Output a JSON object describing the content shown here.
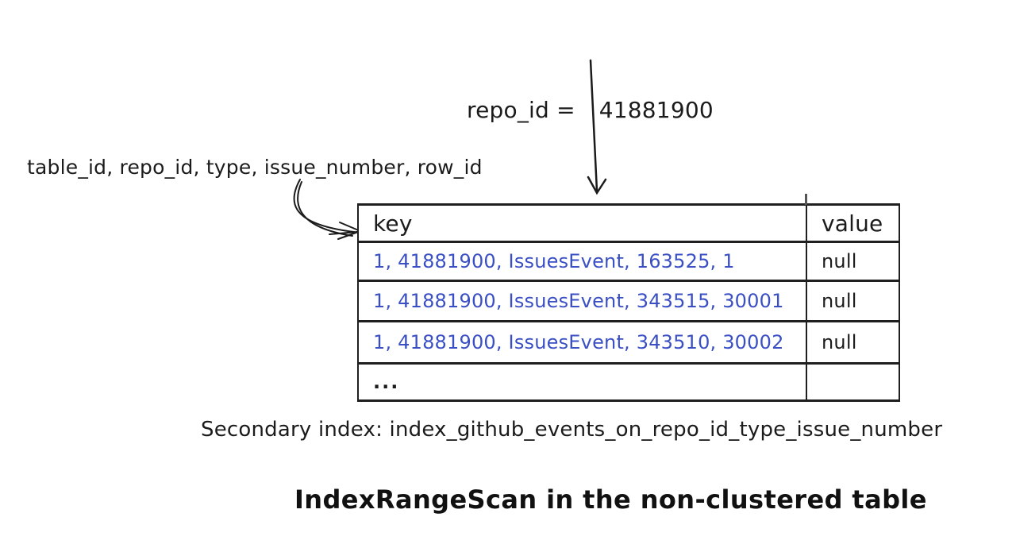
{
  "diagram": {
    "query_annotation": {
      "label": "repo_id =",
      "value": "41881900"
    },
    "index_columns_label": "table_id, repo_id, type, issue_number, row_id",
    "table": {
      "headers": [
        "key",
        "value"
      ],
      "rows": [
        {
          "key": "1, 41881900, IssuesEvent, 163525, 1",
          "value": "null"
        },
        {
          "key": "1, 41881900, IssuesEvent, 343515, 30001",
          "value": "null"
        },
        {
          "key": "1, 41881900, IssuesEvent, 343510, 30002",
          "value": "null"
        },
        {
          "key": "...",
          "value": ""
        }
      ]
    },
    "caption": "Secondary index: index_github_events_on_repo_id_type_issue_number",
    "title": "IndexRangeScan in the non-clustered table",
    "colors": {
      "ink": "#1b1b1b",
      "key_text_blue": "#3a4fc4"
    }
  }
}
